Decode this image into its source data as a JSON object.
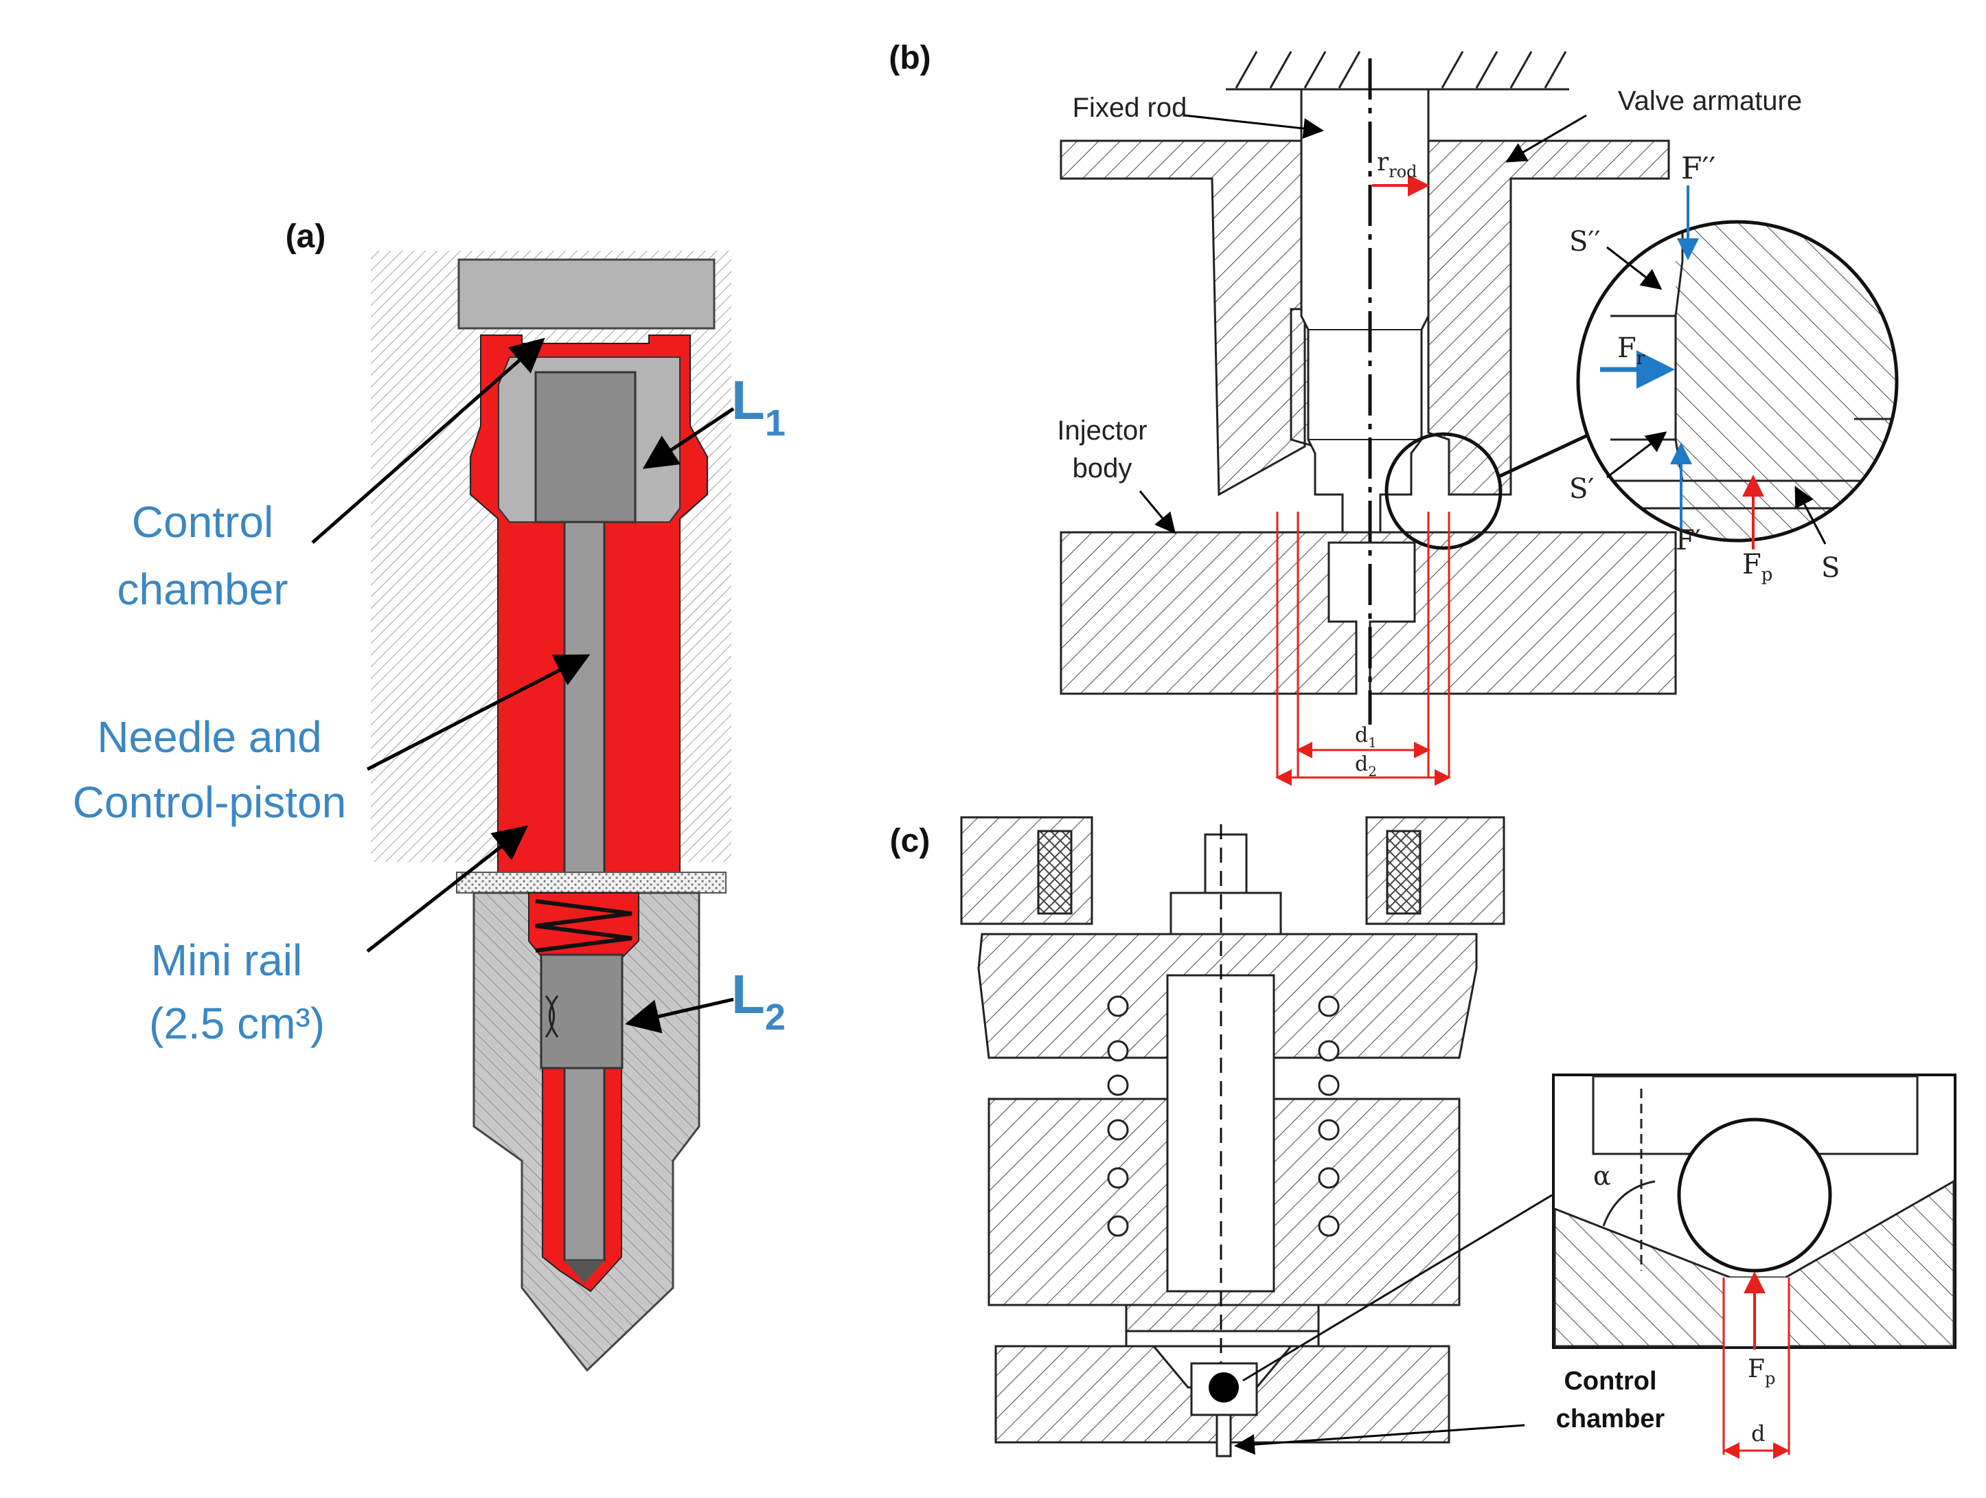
{
  "panels": {
    "a": {
      "tag": "(a)",
      "control_chamber": [
        "Control",
        "chamber"
      ],
      "needle": [
        "Needle and",
        "Control-piston"
      ],
      "mini_rail": [
        "Mini rail",
        "(2.5 cm³)"
      ],
      "L1": "L",
      "L1_sub": "1",
      "L2": "L",
      "L2_sub": "2"
    },
    "b": {
      "tag": "(b)",
      "fixed_rod": "Fixed rod",
      "valve_armature": "Valve armature",
      "injector_body": [
        "Injector",
        "body"
      ],
      "r": "r",
      "r_sub": "rod",
      "d1": "d",
      "d1_sub": "1",
      "d2": "d",
      "d2_sub": "2",
      "F_dd": "F′′",
      "S_dd": "S′′",
      "Fr": "F",
      "Fr_sub": "r",
      "S_d": "S′",
      "F_d": "F′",
      "Fp": "F",
      "Fp_sub": "p",
      "S": "S"
    },
    "c": {
      "tag": "(c)",
      "control_chamber": [
        "Control",
        "chamber"
      ],
      "alpha": "α",
      "Fp": "F",
      "Fp_sub": "p",
      "d": "d"
    }
  },
  "colors": {
    "fluid_red": "#ee1c1c",
    "part_gray": "#a6a6a6",
    "label_blue": "#3b87c4",
    "force_blue": "#1f7ac8",
    "dim_red": "#e8201c"
  }
}
